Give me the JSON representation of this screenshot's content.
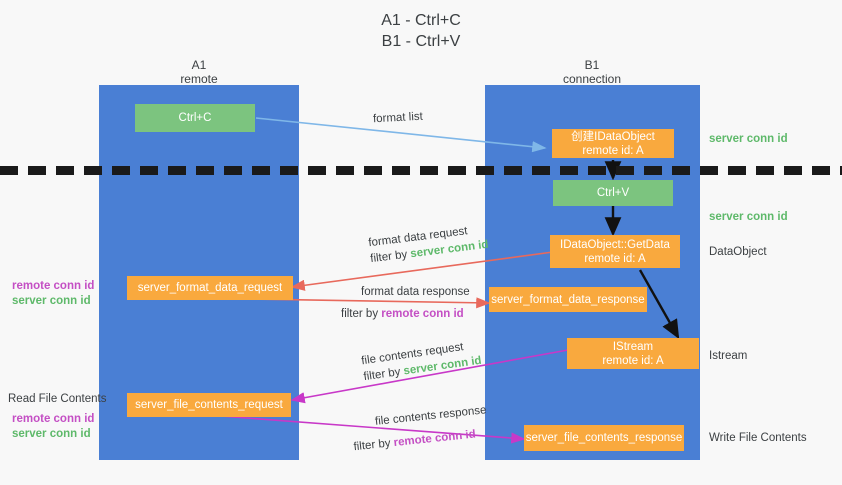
{
  "title": {
    "line1": "A1 - Ctrl+C",
    "line2": "B1 - Ctrl+V"
  },
  "columns": [
    {
      "name": "A1",
      "sub": "remote"
    },
    {
      "name": "B1",
      "sub": "connection"
    }
  ],
  "boxes": {
    "ctrl_c": "Ctrl+C",
    "ctrl_v": "Ctrl+V",
    "create_dataobject_l1": "创建IDataObject",
    "create_dataobject_l2": "remote id: A",
    "getdata_l1": "IDataObject::GetData",
    "getdata_l2": "remote id: A",
    "istream_l1": "IStream",
    "istream_l2": "remote id: A",
    "server_format_data_request": "server_format_data_request",
    "server_format_data_response": "server_format_data_response",
    "server_file_contents_request": "server_file_contents_request",
    "server_file_contents_response": "server_file_contents_response"
  },
  "arrow_labels": {
    "format_list": "format list",
    "format_data_request": "format data request",
    "format_data_request_filter_prefix": "filter by ",
    "format_data_request_filter_value": "server conn id",
    "format_data_response": "format data response",
    "format_data_response_filter_prefix": "filter by ",
    "format_data_response_filter_value": "remote conn id",
    "file_contents_request": "file contents request",
    "file_contents_request_filter_prefix": "filter by ",
    "file_contents_request_filter_value": "server conn id",
    "file_contents_response": "file contents response",
    "file_contents_response_filter_prefix": "filter by ",
    "file_contents_response_filter_value": "remote conn id"
  },
  "right_labels": {
    "server_conn_id_1": "server conn id",
    "server_conn_id_2": "server conn id",
    "dataobject": "DataObject",
    "istream": "Istream",
    "write_file_contents": "Write File Contents"
  },
  "left_labels": {
    "remote_conn_id_1": "remote conn id",
    "server_conn_id_1": "server conn id",
    "read_file_contents": "Read File Contents",
    "remote_conn_id_2": "remote conn id",
    "server_conn_id_2": "server conn id"
  },
  "colors": {
    "lane": "#4a7fd4",
    "green_box": "#7cc47f",
    "orange_box": "#f9a93e",
    "green_text": "#5eb96a",
    "purple_text": "#c44fc4",
    "arrow_blue": "#7fb7e8",
    "arrow_red": "#e8695c",
    "arrow_magenta": "#c838c8",
    "arrow_black": "#111111"
  }
}
